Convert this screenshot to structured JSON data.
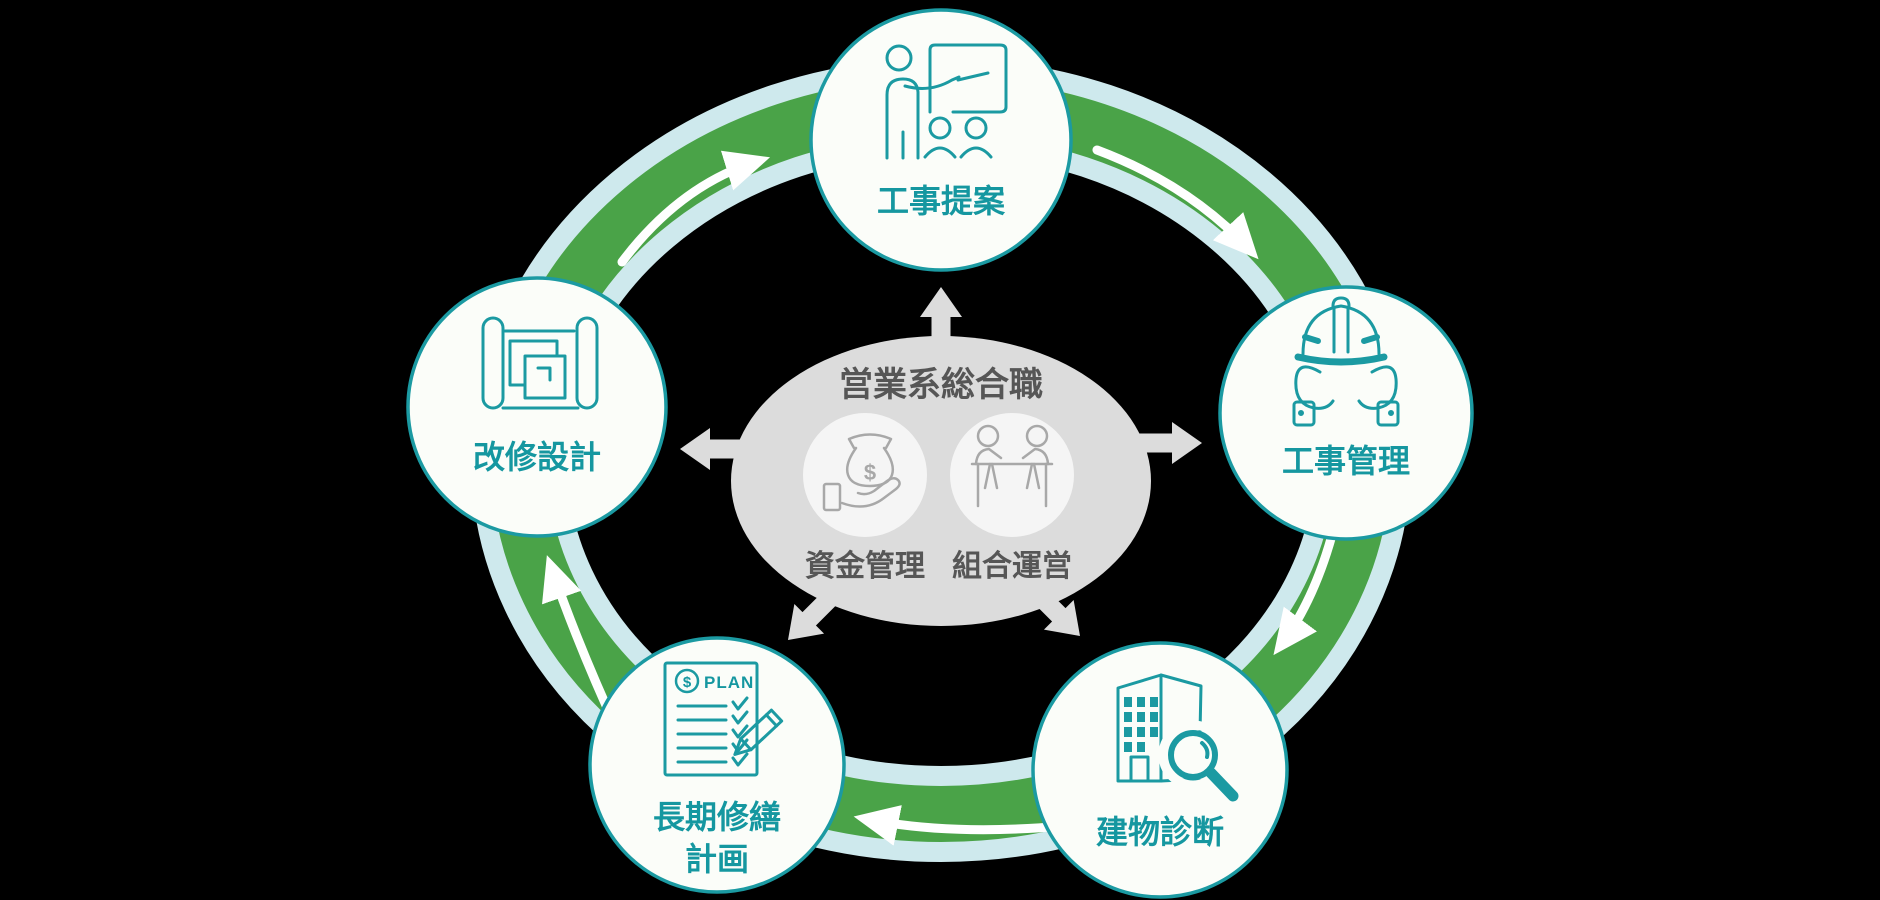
{
  "diagram": {
    "flow_direction": "clockwise",
    "center": {
      "title": "営業系総合職",
      "items": [
        {
          "label": "資金管理",
          "icon": "money-bag-hand-icon"
        },
        {
          "label": "組合運営",
          "icon": "meeting-table-icon"
        }
      ]
    },
    "nodes": [
      {
        "id": "proposal",
        "label": "工事提案",
        "icon": "presentation-icon"
      },
      {
        "id": "management",
        "label": "工事管理",
        "icon": "helmet-in-hands-icon"
      },
      {
        "id": "diagnosis",
        "label": "建物診断",
        "icon": "building-magnifier-icon"
      },
      {
        "id": "repair-plan",
        "label_line1": "長期修繕",
        "label_line2": "計画",
        "icon": "plan-checklist-pencil-icon"
      },
      {
        "id": "renovation",
        "label": "改修設計",
        "icon": "blueprint-icon"
      }
    ],
    "plan_icon": {
      "badge": "$",
      "text": "PLAN"
    },
    "money_icon": {
      "symbol": "$"
    },
    "colors": {
      "background": "#000000",
      "ring_green": "#4aa348",
      "ring_blue": "#cee9ed",
      "node_border_teal": "#1b9aa2",
      "node_label_teal": "#1597a0",
      "hub_gray": "#dcdcdc",
      "hub_text_gray": "#565656",
      "hub_icon_gray": "#a8a8a8",
      "arrow_white": "#ffffff"
    }
  }
}
